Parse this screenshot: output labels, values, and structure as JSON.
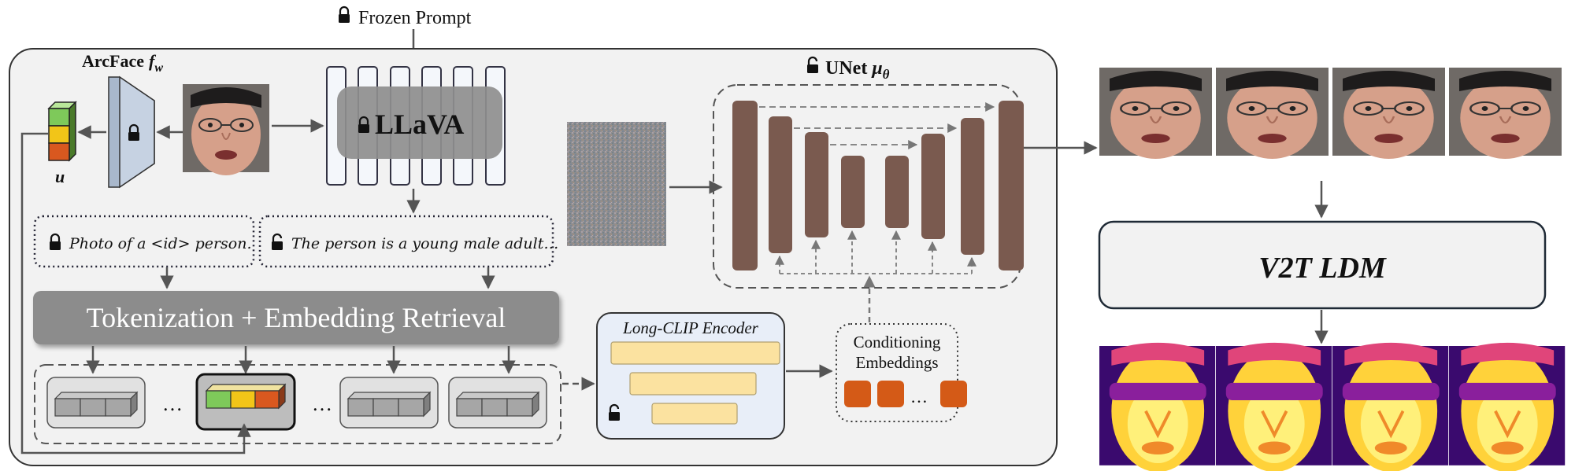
{
  "frozen_prompt": {
    "label": "Frozen Prompt"
  },
  "arcface": {
    "label": "ArcFace",
    "symbol": "f",
    "subscript": "w",
    "output_var": "u"
  },
  "llava": {
    "label": "LLaVA"
  },
  "prompts": {
    "fixed": "Photo of a <id> person.",
    "generated": "The person is a young male adult…"
  },
  "tokenization": {
    "label": "Tokenization + Embedding Retrieval"
  },
  "token_row": {
    "ellipsis_1": "…",
    "ellipsis_2": "…"
  },
  "long_clip": {
    "label": "Long-CLIP Encoder"
  },
  "conditioning": {
    "line1": "Conditioning",
    "line2": "Embeddings",
    "ellipsis": "…"
  },
  "unet": {
    "label": "UNet",
    "symbol": "μ",
    "subscript": "θ"
  },
  "v2t_ldm": {
    "label": "V2T LDM"
  },
  "colors": {
    "panel_bg": "#f2f2f2",
    "unet_block": "#7a5a4f",
    "token_green": "#7ec95a",
    "token_yellow": "#f2c518",
    "token_orange": "#d9581f",
    "clip_bar": "#fbe2a0",
    "clip_bg": "#e8eef8",
    "conditioning_block": "#d45a17",
    "tokenization_bar": "#8c8c8c"
  }
}
